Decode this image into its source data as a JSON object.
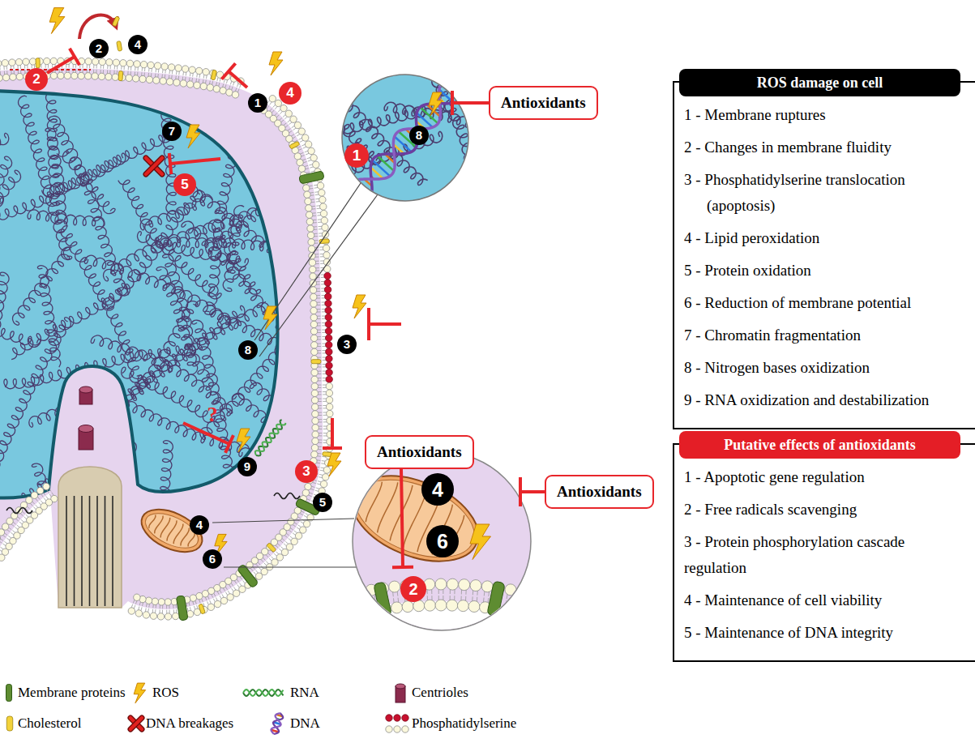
{
  "diagram": {
    "nodes": [
      {
        "text": [
          "Antioxidants"
        ]
      },
      {
        "text": [
          "ROS damage on cell",
          "1 - Membrane ruptures",
          "2 - Changes in membrane fluidity",
          "3 - Phosphatidylserine translocation (apoptosis)",
          "4 - Lipid peroxidation",
          "5 - Protein oxidation",
          "6 - Reduction of membrane potential",
          "7 - Chromatin fragmentation",
          "8 - Nitrogen bases oxidization",
          "9 - RNA oxidization and destabilization"
        ]
      },
      {
        "text": [
          "Putative effects of antioxidants",
          "1 - Apoptotic gene regulation",
          "2 - Free radicals scavenging",
          "3 - Protein phosphorylation cascade regulation",
          "4 - Maintenance of cell viability",
          "5 - Maintenance of DNA integrity"
        ]
      },
      {
        "text": [
          "Antioxidants"
        ]
      },
      {
        "text": [
          "Antioxidants"
        ]
      }
    ],
    "labels": [
      "2",
      "4",
      "2",
      "4",
      "1",
      "7",
      "8",
      "1",
      "5",
      "3",
      "8",
      "?",
      "9",
      "3",
      "4",
      "5",
      "4",
      "6",
      "6",
      "2"
    ],
    "legend": [
      {
        "text": "Membrane proteins"
      },
      {
        "text": "ROS"
      },
      {
        "text": "RNA"
      },
      {
        "text": "Centrioles"
      },
      {
        "text": "Cholesterol"
      },
      {
        "text": "DNA breakages"
      },
      {
        "text": "DNA"
      },
      {
        "text": "Phosphatidylserine"
      }
    ]
  }
}
